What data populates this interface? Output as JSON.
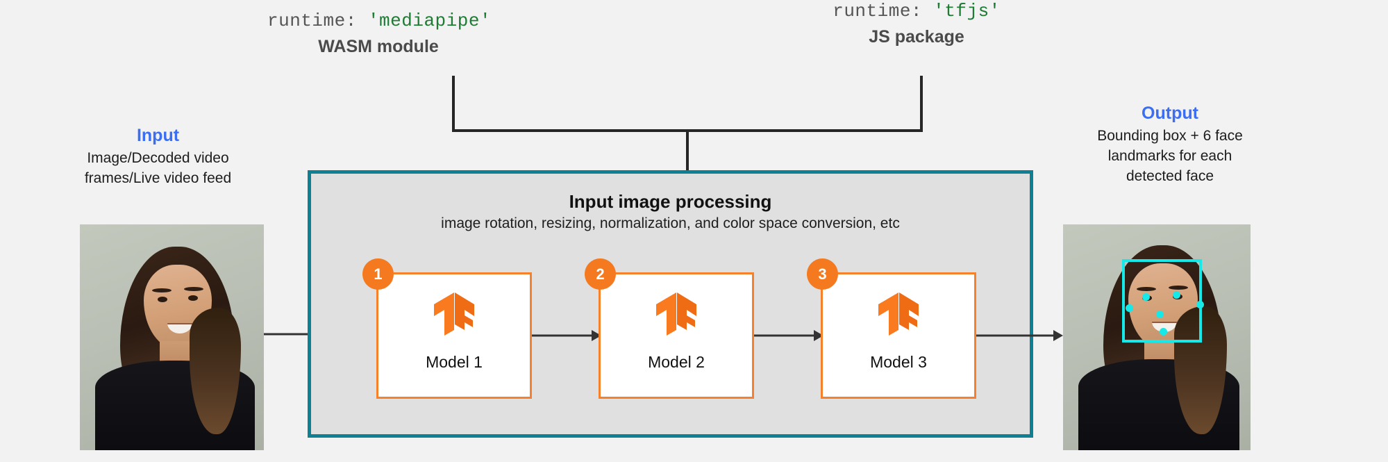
{
  "page": {
    "background": "#f2f2f2",
    "accent_blue": "#3b6ef0",
    "accent_teal": "#0f7f94",
    "accent_orange": "#f5812a",
    "code_green": "#1e7b34",
    "detection_cyan": "#17e8e8"
  },
  "runtimes": [
    {
      "key_label": "runtime:",
      "value_label": "'mediapipe'",
      "subtitle": "WASM module"
    },
    {
      "key_label": "runtime:",
      "value_label": "'tfjs'",
      "subtitle": "JS package"
    }
  ],
  "input": {
    "title": "Input",
    "description": "Image/Decoded video frames/Live video feed",
    "description_lines": [
      "Image/Decoded video",
      "frames/Live video feed"
    ]
  },
  "output": {
    "title": "Output",
    "description": "Bounding box + 6 face landmarks for each detected face",
    "description_lines": [
      "Bounding box + 6 face",
      "landmarks for each",
      "detected face"
    ],
    "landmark_count": 6
  },
  "processing": {
    "title": "Input image processing",
    "subtitle": "image rotation, resizing, normalization, and color space conversion, etc"
  },
  "models": [
    {
      "badge": "1",
      "label": "Model 1",
      "logo": "tensorflow-logo"
    },
    {
      "badge": "2",
      "label": "Model 2",
      "logo": "tensorflow-logo"
    },
    {
      "badge": "3",
      "label": "Model 3",
      "logo": "tensorflow-logo"
    }
  ],
  "icons": {
    "tensorflow_logo": "tensorflow-logo",
    "arrow": "arrow-right-icon",
    "bracket": "bracket-connector"
  }
}
